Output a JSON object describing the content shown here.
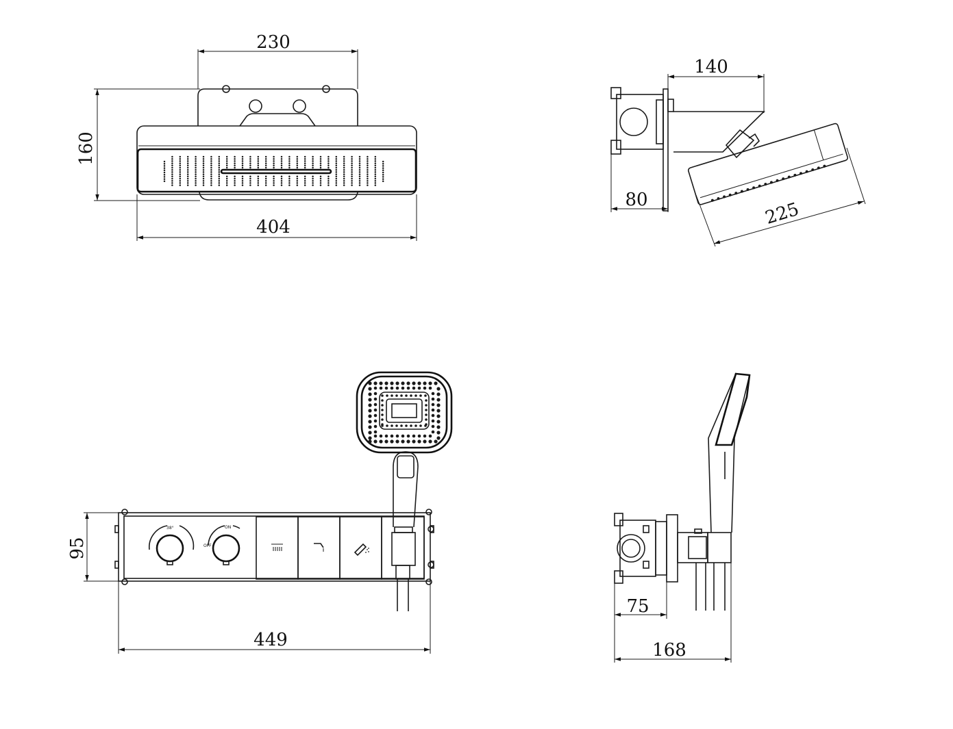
{
  "dimensions": {
    "shower_head_front": {
      "top_width": "230",
      "height": "160",
      "overall_width": "404"
    },
    "shower_head_side": {
      "arm_length": "140",
      "wall_depth": "80",
      "head_length": "225"
    },
    "control_panel_front": {
      "height": "95",
      "width": "449"
    },
    "control_panel_side": {
      "body_depth": "75",
      "overall_depth": "168"
    }
  },
  "knob_markings": {
    "temperature": "38°",
    "flow": "ON",
    "flow_off": "OFF"
  },
  "colors": {
    "line": "#1a1a1a",
    "background": "#ffffff"
  },
  "icons": [
    "overhead-shower-icon",
    "spout-icon",
    "hand-shower-icon"
  ]
}
